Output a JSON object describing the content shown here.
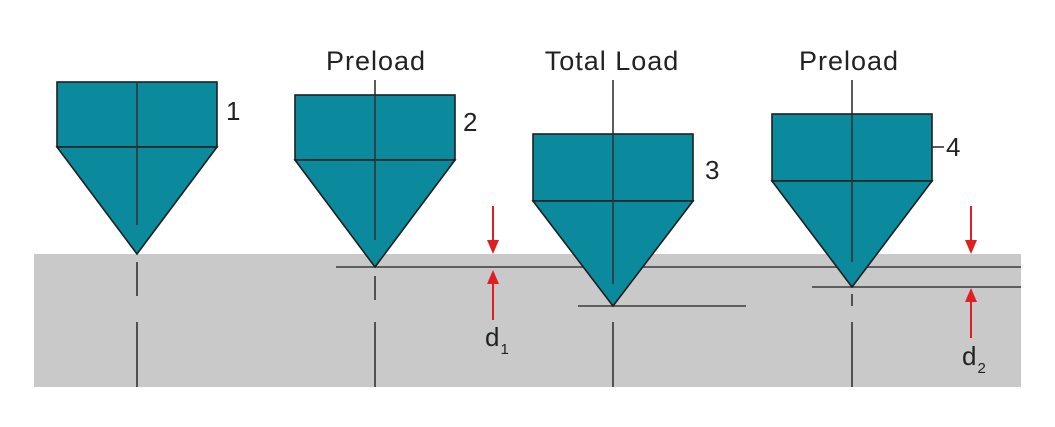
{
  "colors": {
    "indenter_fill": "#0a8a9c",
    "specimen_fill": "#c9c9c9",
    "arrow_color": "#e02020",
    "line_color": "#222222"
  },
  "labels": {
    "stage2_load": "Preload",
    "stage3_load": "Total Load",
    "stage4_load": "Preload",
    "step1": "1",
    "step2": "2",
    "step3": "3",
    "step4": "4",
    "d1_main": "d",
    "d1_sub": "1",
    "d2_main": "d",
    "d2_sub": "2"
  }
}
